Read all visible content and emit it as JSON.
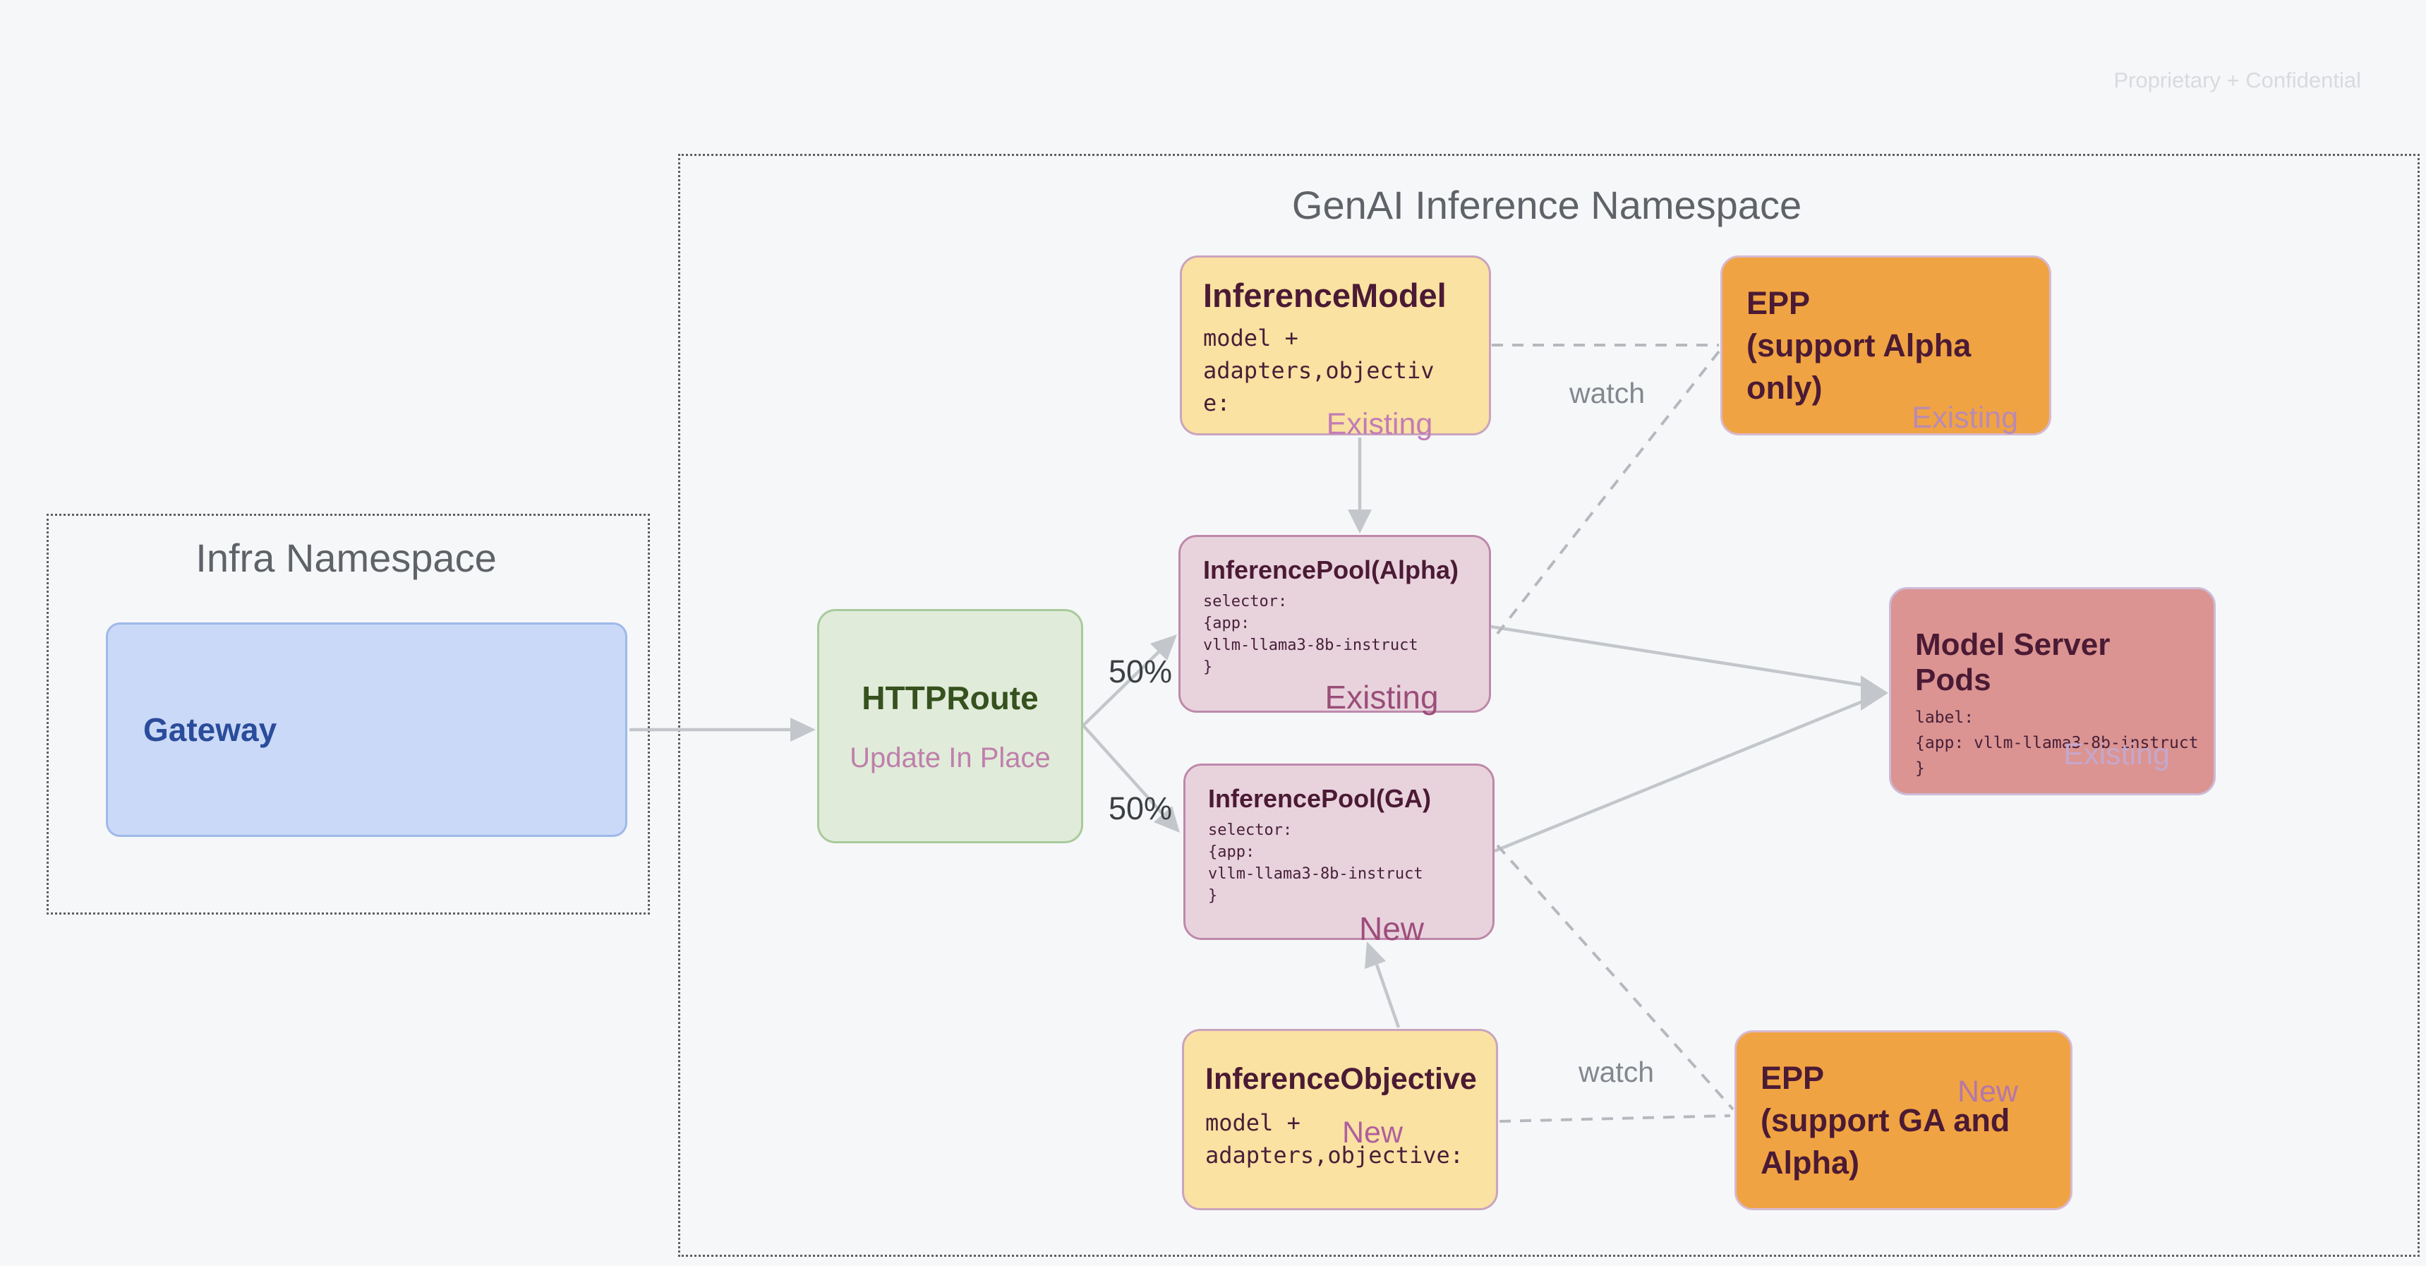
{
  "watermark": "Proprietary + Confidential",
  "groups": {
    "infra": {
      "title": "Infra Namespace"
    },
    "genai": {
      "title": "GenAI Inference Namespace"
    }
  },
  "nodes": {
    "gateway": {
      "title": "Gateway"
    },
    "httproute": {
      "title": "HTTPRoute",
      "subtitle": "Update In Place"
    },
    "inference_model": {
      "title": "InferenceModel",
      "code": [
        "model +",
        "adapters,objectiv",
        "e:"
      ],
      "status": "Existing"
    },
    "epp_alpha": {
      "title_line1": "EPP",
      "title_line2": "(support Alpha only)",
      "status": "Existing"
    },
    "pool_alpha": {
      "title": "InferencePool(Alpha)",
      "code": [
        "selector:",
        "{app:",
        "vllm-llama3-8b-instruct",
        "}"
      ],
      "status": "Existing"
    },
    "pool_ga": {
      "title": "InferencePool(GA)",
      "code": [
        "selector:",
        "{app:",
        "vllm-llama3-8b-instruct",
        "}"
      ],
      "status": "New"
    },
    "model_server_pods": {
      "title": "Model Server Pods",
      "code": [
        "label:",
        "{app: vllm-llama3-8b-instruct",
        "}"
      ],
      "status": "Existing"
    },
    "inference_objective": {
      "title": "InferenceObjective",
      "code": [
        "model +",
        "adapters,objective:"
      ],
      "status": "New"
    },
    "epp_ga": {
      "title_line1": "EPP",
      "title_line2": "(support GA and Alpha)",
      "status": "New"
    }
  },
  "edge_labels": {
    "split_top": "50%",
    "split_bottom": "50%",
    "watch_top": "watch",
    "watch_bottom": "watch"
  },
  "colors": {
    "background": "#F6F7F9",
    "yellow_node": "#FAE2A2",
    "orange_node": "#F0A342",
    "pink_node": "#E8D3DD",
    "red_node": "#DB9492",
    "green_node": "#E0ECD9",
    "blue_node": "#C9D9F7",
    "arrow_gray": "#C3C6CA",
    "dashed_gray": "#B5B9BE",
    "status_plum": "#9B4D78",
    "status_mauve": "#BB79AE",
    "title_maroon": "#4B1A34"
  }
}
